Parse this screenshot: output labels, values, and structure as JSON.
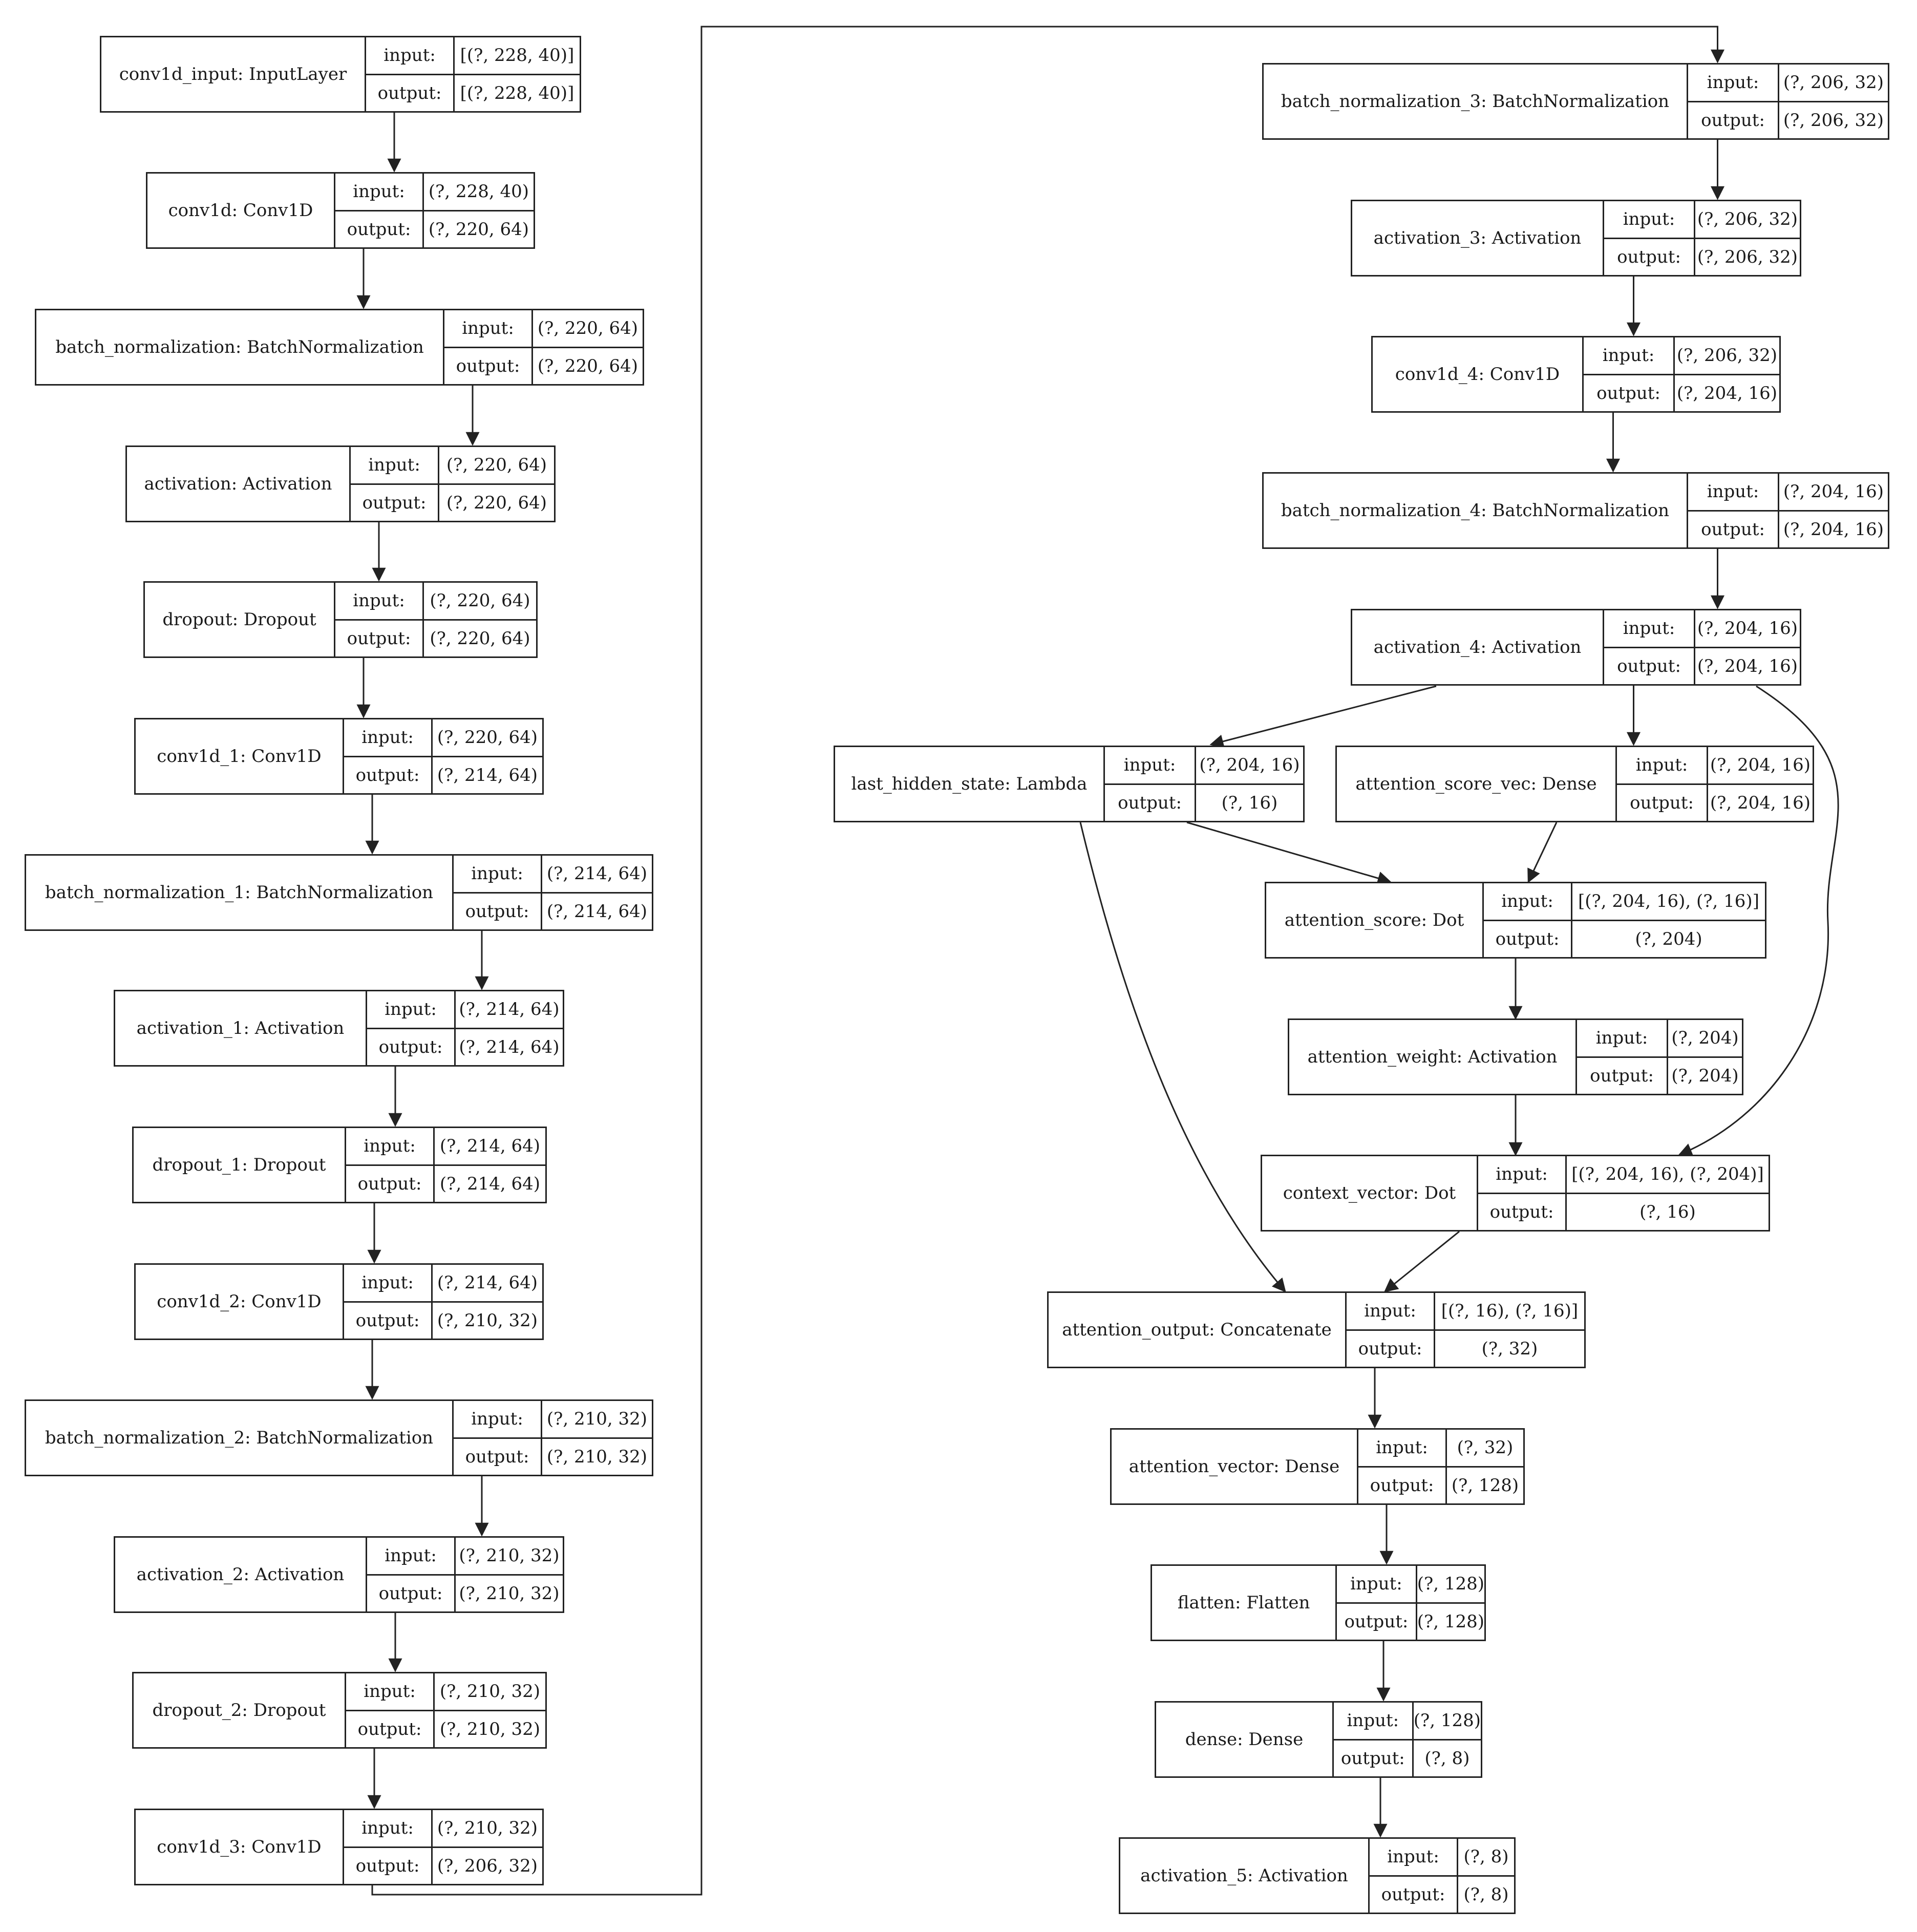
{
  "ports": {
    "input": "input:",
    "output": "output:"
  },
  "nodes": [
    {
      "id": "conv1d_input",
      "label": "conv1d_input: InputLayer",
      "in": "[(?, 228, 40)]",
      "out": "[(?, 228, 40)]"
    },
    {
      "id": "conv1d",
      "label": "conv1d: Conv1D",
      "in": "(?, 228, 40)",
      "out": "(?, 220, 64)"
    },
    {
      "id": "batch_normalization",
      "label": "batch_normalization: BatchNormalization",
      "in": "(?, 220, 64)",
      "out": "(?, 220, 64)"
    },
    {
      "id": "activation",
      "label": "activation: Activation",
      "in": "(?, 220, 64)",
      "out": "(?, 220, 64)"
    },
    {
      "id": "dropout",
      "label": "dropout: Dropout",
      "in": "(?, 220, 64)",
      "out": "(?, 220, 64)"
    },
    {
      "id": "conv1d_1",
      "label": "conv1d_1: Conv1D",
      "in": "(?, 220, 64)",
      "out": "(?, 214, 64)"
    },
    {
      "id": "batch_normalization_1",
      "label": "batch_normalization_1: BatchNormalization",
      "in": "(?, 214, 64)",
      "out": "(?, 214, 64)"
    },
    {
      "id": "activation_1",
      "label": "activation_1: Activation",
      "in": "(?, 214, 64)",
      "out": "(?, 214, 64)"
    },
    {
      "id": "dropout_1",
      "label": "dropout_1: Dropout",
      "in": "(?, 214, 64)",
      "out": "(?, 214, 64)"
    },
    {
      "id": "conv1d_2",
      "label": "conv1d_2: Conv1D",
      "in": "(?, 214, 64)",
      "out": "(?, 210, 32)"
    },
    {
      "id": "batch_normalization_2",
      "label": "batch_normalization_2: BatchNormalization",
      "in": "(?, 210, 32)",
      "out": "(?, 210, 32)"
    },
    {
      "id": "activation_2",
      "label": "activation_2: Activation",
      "in": "(?, 210, 32)",
      "out": "(?, 210, 32)"
    },
    {
      "id": "dropout_2",
      "label": "dropout_2: Dropout",
      "in": "(?, 210, 32)",
      "out": "(?, 210, 32)"
    },
    {
      "id": "conv1d_3",
      "label": "conv1d_3: Conv1D",
      "in": "(?, 210, 32)",
      "out": "(?, 206, 32)"
    },
    {
      "id": "batch_normalization_3",
      "label": "batch_normalization_3: BatchNormalization",
      "in": "(?, 206, 32)",
      "out": "(?, 206, 32)"
    },
    {
      "id": "activation_3",
      "label": "activation_3: Activation",
      "in": "(?, 206, 32)",
      "out": "(?, 206, 32)"
    },
    {
      "id": "conv1d_4",
      "label": "conv1d_4: Conv1D",
      "in": "(?, 206, 32)",
      "out": "(?, 204, 16)"
    },
    {
      "id": "batch_normalization_4",
      "label": "batch_normalization_4: BatchNormalization",
      "in": "(?, 204, 16)",
      "out": "(?, 204, 16)"
    },
    {
      "id": "activation_4",
      "label": "activation_4: Activation",
      "in": "(?, 204, 16)",
      "out": "(?, 204, 16)"
    },
    {
      "id": "last_hidden_state",
      "label": "last_hidden_state: Lambda",
      "in": "(?, 204, 16)",
      "out": "(?, 16)"
    },
    {
      "id": "attention_score_vec",
      "label": "attention_score_vec: Dense",
      "in": "(?, 204, 16)",
      "out": "(?, 204, 16)"
    },
    {
      "id": "attention_score",
      "label": "attention_score: Dot",
      "in": "[(?, 204, 16), (?, 16)]",
      "out": "(?, 204)"
    },
    {
      "id": "attention_weight",
      "label": "attention_weight: Activation",
      "in": "(?, 204)",
      "out": "(?, 204)"
    },
    {
      "id": "context_vector",
      "label": "context_vector: Dot",
      "in": "[(?, 204, 16), (?, 204)]",
      "out": "(?, 16)"
    },
    {
      "id": "attention_output",
      "label": "attention_output: Concatenate",
      "in": "[(?, 16), (?, 16)]",
      "out": "(?, 32)"
    },
    {
      "id": "attention_vector",
      "label": "attention_vector: Dense",
      "in": "(?, 32)",
      "out": "(?, 128)"
    },
    {
      "id": "flatten",
      "label": "flatten: Flatten",
      "in": "(?, 128)",
      "out": "(?, 128)"
    },
    {
      "id": "dense",
      "label": "dense: Dense",
      "in": "(?, 128)",
      "out": "(?, 8)"
    },
    {
      "id": "activation_5",
      "label": "activation_5: Activation",
      "in": "(?, 8)",
      "out": "(?, 8)"
    }
  ],
  "edges": [
    [
      "conv1d_input",
      "conv1d"
    ],
    [
      "conv1d",
      "batch_normalization"
    ],
    [
      "batch_normalization",
      "activation"
    ],
    [
      "activation",
      "dropout"
    ],
    [
      "dropout",
      "conv1d_1"
    ],
    [
      "conv1d_1",
      "batch_normalization_1"
    ],
    [
      "batch_normalization_1",
      "activation_1"
    ],
    [
      "activation_1",
      "dropout_1"
    ],
    [
      "dropout_1",
      "conv1d_2"
    ],
    [
      "conv1d_2",
      "batch_normalization_2"
    ],
    [
      "batch_normalization_2",
      "activation_2"
    ],
    [
      "activation_2",
      "dropout_2"
    ],
    [
      "dropout_2",
      "conv1d_3"
    ],
    [
      "conv1d_3",
      "batch_normalization_3"
    ],
    [
      "batch_normalization_3",
      "activation_3"
    ],
    [
      "activation_3",
      "conv1d_4"
    ],
    [
      "conv1d_4",
      "batch_normalization_4"
    ],
    [
      "batch_normalization_4",
      "activation_4"
    ],
    [
      "activation_4",
      "last_hidden_state"
    ],
    [
      "activation_4",
      "attention_score_vec"
    ],
    [
      "activation_4",
      "context_vector"
    ],
    [
      "last_hidden_state",
      "attention_score"
    ],
    [
      "attention_score_vec",
      "attention_score"
    ],
    [
      "attention_score",
      "attention_weight"
    ],
    [
      "attention_weight",
      "context_vector"
    ],
    [
      "last_hidden_state",
      "attention_output"
    ],
    [
      "context_vector",
      "attention_output"
    ],
    [
      "attention_output",
      "attention_vector"
    ],
    [
      "attention_vector",
      "flatten"
    ],
    [
      "flatten",
      "dense"
    ],
    [
      "dense",
      "activation_5"
    ]
  ]
}
